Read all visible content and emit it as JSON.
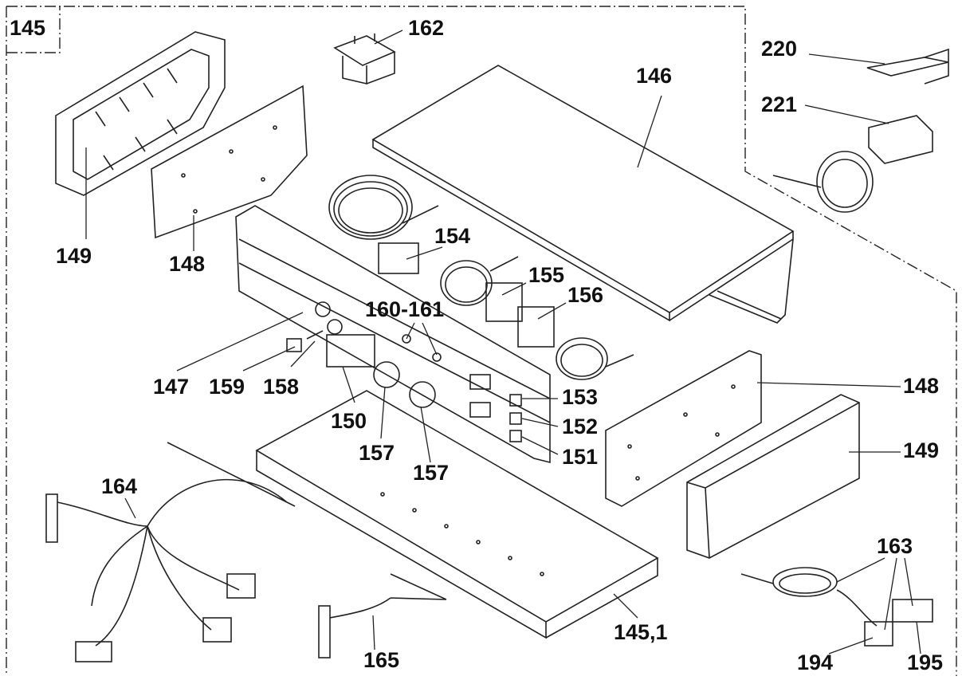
{
  "diagram": {
    "frame_label": "145",
    "parts": [
      {
        "id": "162",
        "label": "162"
      },
      {
        "id": "146",
        "label": "146"
      },
      {
        "id": "220",
        "label": "220"
      },
      {
        "id": "221",
        "label": "221"
      },
      {
        "id": "149a",
        "label": "149"
      },
      {
        "id": "148a",
        "label": "148"
      },
      {
        "id": "154",
        "label": "154"
      },
      {
        "id": "155",
        "label": "155"
      },
      {
        "id": "156",
        "label": "156"
      },
      {
        "id": "160-161",
        "label": "160-161"
      },
      {
        "id": "147",
        "label": "147"
      },
      {
        "id": "159",
        "label": "159"
      },
      {
        "id": "158",
        "label": "158"
      },
      {
        "id": "150",
        "label": "150"
      },
      {
        "id": "153",
        "label": "153"
      },
      {
        "id": "152",
        "label": "152"
      },
      {
        "id": "151",
        "label": "151"
      },
      {
        "id": "148b",
        "label": "148"
      },
      {
        "id": "149b",
        "label": "149"
      },
      {
        "id": "157a",
        "label": "157"
      },
      {
        "id": "157b",
        "label": "157"
      },
      {
        "id": "164",
        "label": "164"
      },
      {
        "id": "165",
        "label": "165"
      },
      {
        "id": "145-1",
        "label": "145,1"
      },
      {
        "id": "163",
        "label": "163"
      },
      {
        "id": "194",
        "label": "194"
      },
      {
        "id": "195",
        "label": "195"
      }
    ]
  }
}
